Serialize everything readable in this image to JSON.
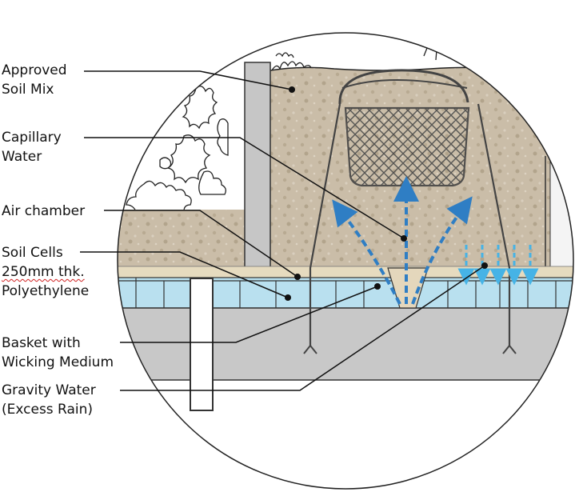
{
  "labels": {
    "approved_soil_mix": [
      "Approved",
      "Soil Mix"
    ],
    "capillary_water": [
      "Capillary",
      "Water"
    ],
    "air_chamber": [
      "Air chamber"
    ],
    "soil_cells": [
      "Soil Cells",
      "250mm thk.",
      "Polyethylene"
    ],
    "basket": [
      "Basket with",
      "Wicking Medium"
    ],
    "gravity_water": [
      "Gravity Water",
      "(Excess Rain)"
    ]
  },
  "colors": {
    "soil": "#cbbfac",
    "soil_dark": "#a99c86",
    "concrete": "#c9c9c9",
    "cell_water": "#b9e0ef",
    "capillary_arrow": "#2f7ec4",
    "gravity_arrow": "#46b3e6",
    "sand": "#e8dcc0",
    "outline": "#333333"
  }
}
